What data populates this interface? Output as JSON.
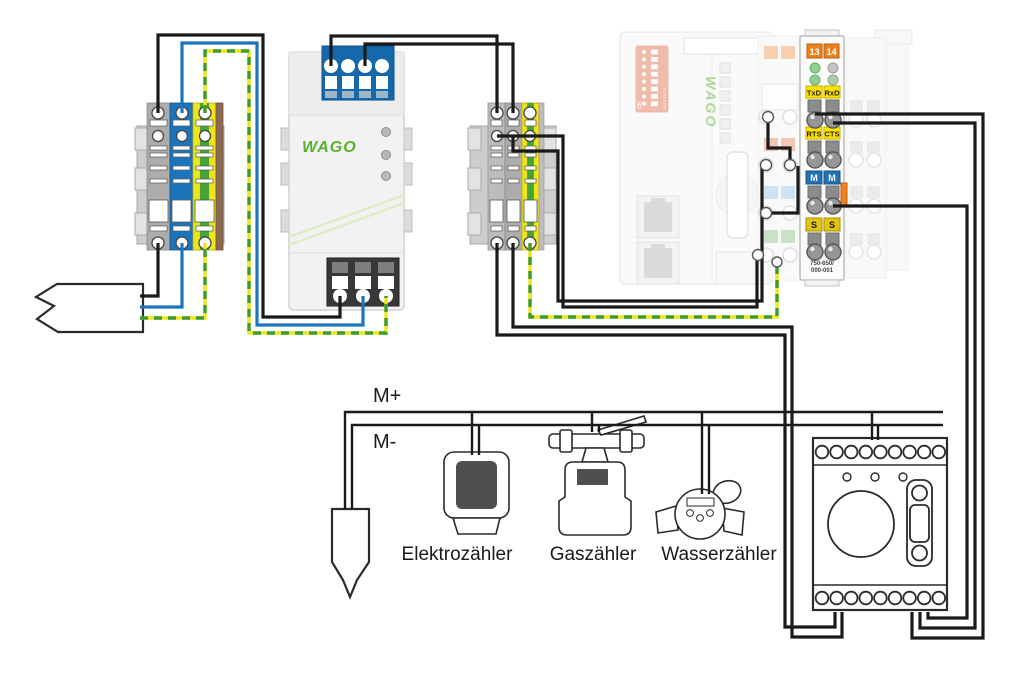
{
  "brand": {
    "logo_psu": "WAGO",
    "logo_plc": "WAGO"
  },
  "plc": {
    "dip_on_label": "ON",
    "dip_scale": "1 2 3 4 5 6 7 8"
  },
  "io_module": {
    "ch_top": [
      "13",
      "14"
    ],
    "serial": {
      "txd": "TxD",
      "rxd": "RxD",
      "rts": "RTS",
      "cts": "CTS"
    },
    "ground": [
      "M",
      "M"
    ],
    "shield": [
      "S",
      "S"
    ],
    "part_number": [
      "750-650/",
      "000-001"
    ]
  },
  "mbus": {
    "m_plus_label": "M+",
    "m_minus_label": "M-"
  },
  "meters": {
    "electricity_label": "Elektrozähler",
    "gas_label": "Gaszähler",
    "water_label": "Wasserzähler"
  },
  "colors": {
    "wago_green": "#58B22E",
    "wire_blue": "#1B75BC",
    "wire_yellow": "#EDE71A",
    "wire_green": "#3E9B2E",
    "label_orange": "#E8821E",
    "label_yellow": "#FFE400",
    "label_blue": "#2272B9",
    "label_s_yellow": "#E3C414"
  }
}
